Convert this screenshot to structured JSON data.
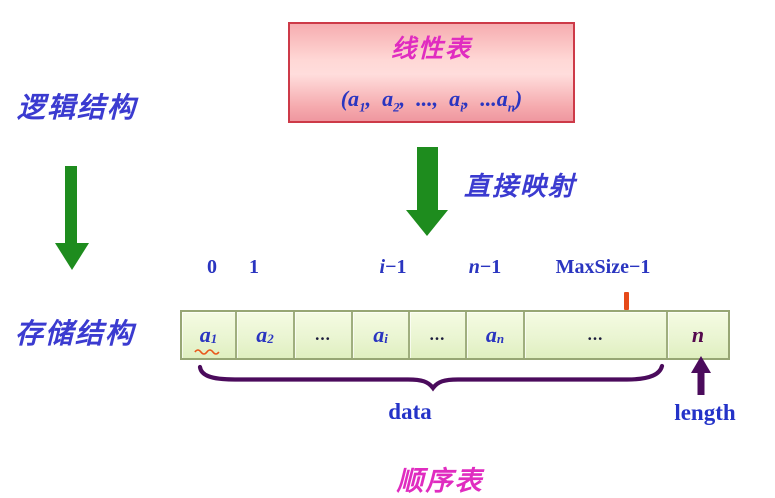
{
  "colors": {
    "magenta_title": "#e02cc0",
    "blue_violet_cn": "#3b3bd0",
    "math_blue": "#2a35c0",
    "green_arrow": "#1e8c1e",
    "purple_brace": "#4b0b5c",
    "red_marker": "#e64a19",
    "box_border": "#cd3a48",
    "cell_fill": "#eaf5d2",
    "cell_border": "#9fae7e"
  },
  "labels": {
    "logical": "逻辑结构",
    "storage": "存储结构",
    "mapping": "直接映射",
    "sequential": "顺序表",
    "data": "data",
    "length": "length"
  },
  "linear_list_box": {
    "title": "线性表",
    "formula_parts": [
      {
        "t": "(a",
        "s": "1"
      },
      {
        "t": ",  a",
        "s": "2"
      },
      {
        "t": ",  ...,  a",
        "s": "i"
      },
      {
        "t": ",  ...a",
        "s": "n"
      },
      {
        "t": ")",
        "s": ""
      }
    ]
  },
  "index_labels": [
    {
      "it": "",
      "rest": "0"
    },
    {
      "it": "",
      "rest": "1"
    },
    {
      "it": "i",
      "rest": "−1"
    },
    {
      "it": "n",
      "rest": "−1"
    },
    {
      "it": "",
      "rest": "MaxSize−1"
    }
  ],
  "cells": [
    {
      "base": "a",
      "sub": "1"
    },
    {
      "base": "a",
      "sub": "2"
    },
    {
      "base": "...",
      "sub": ""
    },
    {
      "base": "a",
      "sub": "i"
    },
    {
      "base": "...",
      "sub": ""
    },
    {
      "base": "a",
      "sub": "n"
    },
    {
      "base": "...",
      "sub": ""
    },
    {
      "base": "n",
      "sub": ""
    }
  ]
}
